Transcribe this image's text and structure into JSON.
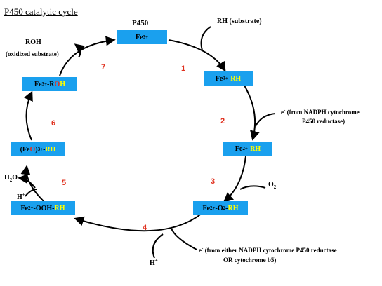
{
  "title": "P450 catalytic cycle",
  "enzyme_label": "P450",
  "states": {
    "s0": {
      "base": "Fe",
      "charge": "3+"
    },
    "s1": {
      "base": "Fe",
      "charge": "3+",
      "sep": "-",
      "rh": "RH"
    },
    "s2": {
      "base": "Fe",
      "charge": "2+",
      "sep": "-",
      "rh": "RH"
    },
    "s3": {
      "base": "Fe",
      "charge": "2+",
      "sep": "-O",
      "o_sub": "2",
      "sep2": "-",
      "rh": "RH"
    },
    "s4": {
      "base": "Fe",
      "charge": "2+",
      "sep": "-OOH-",
      "rh": "RH"
    },
    "s5": {
      "open": "(Fe",
      "o": "O",
      "close": ")",
      "charge": "3+",
      "sep": "-",
      "rh": "RH"
    },
    "s6": {
      "base": "Fe",
      "charge": "3+",
      "sep": "-R",
      "o": "O",
      "rh": "H"
    }
  },
  "steps": [
    "1",
    "2",
    "3",
    "4",
    "5",
    "6",
    "7"
  ],
  "labels": {
    "substrate": "RH (substrate)",
    "product": "ROH",
    "product_note": "(oxidized substrate)",
    "electron": "e",
    "electron_charge": "-",
    "electron1_line1": "(from NADPH cytochrome",
    "electron1_line2": "P450 reductase)",
    "oxygen": "O",
    "oxygen_sub": "2",
    "electron2_line1": "(from either NADPH cytochrome P450 reductase",
    "electron2_line2": "OR cytochrome b5)",
    "proton": "H",
    "proton_charge": "+",
    "water": "H",
    "water_sub": "2",
    "water_o": "O"
  }
}
